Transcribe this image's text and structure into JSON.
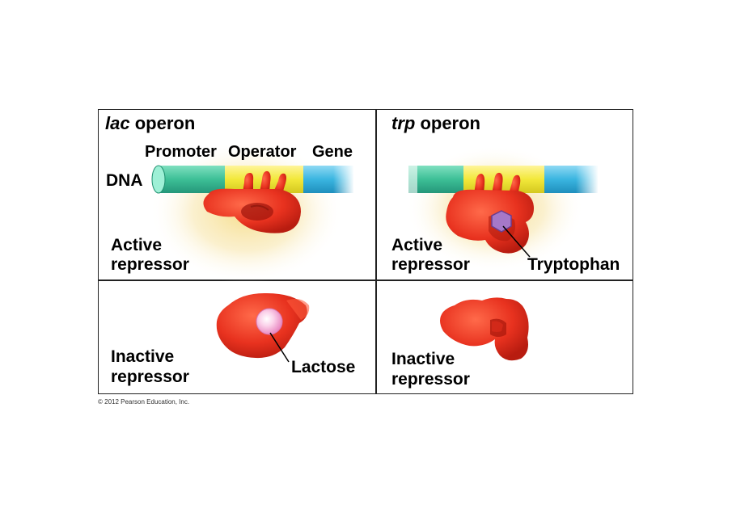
{
  "lac": {
    "title_italic": "lac",
    "title_rest": " operon",
    "labels": {
      "promoter": "Promoter",
      "operator": "Operator",
      "gene": "Gene",
      "dna": "DNA"
    },
    "active": [
      "Active",
      "repressor"
    ],
    "inactive": [
      "Inactive",
      "repressor"
    ],
    "inducer": "Lactose"
  },
  "trp": {
    "title_italic": "trp",
    "title_rest": " operon",
    "active": [
      "Active",
      "repressor"
    ],
    "inactive": [
      "Inactive",
      "repressor"
    ],
    "corepressor": "Tryptophan"
  },
  "copyright": "© 2012 Pearson Education, Inc.",
  "colors": {
    "promoter": "#3dbf96",
    "operator": "#f2e83a",
    "gene": "#3ab5e0",
    "repressor": "#e8321f",
    "glow": "#f5dd8a",
    "lactose": "#f4a6d4",
    "tryptophan": "#a678c8"
  }
}
